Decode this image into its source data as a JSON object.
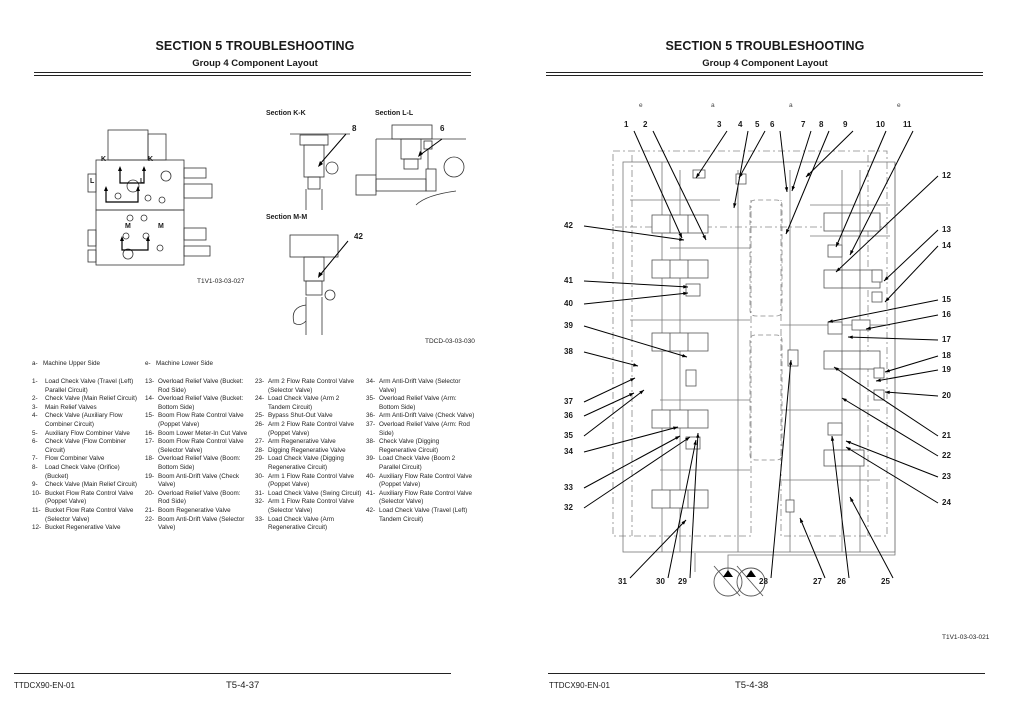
{
  "left_page": {
    "header": {
      "title": "SECTION 5 TROUBLESHOOTING",
      "subtitle": "Group 4 Component Layout"
    },
    "figure_top": {
      "code": "T1V1-03-03-027",
      "section_arrow_labels": [
        "K",
        "K",
        "L",
        "L",
        "M",
        "M"
      ]
    },
    "figure_sections": {
      "code": "TDCD-03-03-030",
      "sections": [
        {
          "title": "Section K-K",
          "callout": "8"
        },
        {
          "title": "Section L-L",
          "callout": "6"
        },
        {
          "title": "Section M-M",
          "callout": "42"
        }
      ]
    },
    "side_legend": [
      {
        "key": "a-",
        "label": "Machine Upper Side"
      },
      {
        "key": "e-",
        "label": "Machine Lower Side"
      }
    ],
    "legend_columns": [
      [
        {
          "num": "1-",
          "label": "Load Check Valve (Travel (Left) Parallel Circuit)"
        },
        {
          "num": "2-",
          "label": "Check Valve (Main Relief Circuit)"
        },
        {
          "num": "3-",
          "label": "Main Relief Valves"
        },
        {
          "num": "4-",
          "label": "Check Valve (Auxiliary Flow Combiner Circuit)"
        },
        {
          "num": "5-",
          "label": "Auxiliary Flow Combiner Valve"
        },
        {
          "num": "6-",
          "label": "Check Valve (Flow Combiner Circuit)"
        },
        {
          "num": "7-",
          "label": "Flow Combiner Valve"
        },
        {
          "num": "8-",
          "label": "Load Check Valve (Orifice) (Bucket)"
        },
        {
          "num": "9-",
          "label": "Check Valve (Main Relief Circuit)"
        },
        {
          "num": "10-",
          "label": "Bucket Flow Rate Control Valve (Poppet Valve)"
        },
        {
          "num": "11-",
          "label": "Bucket Flow Rate Control Valve (Selector Valve)"
        },
        {
          "num": "12-",
          "label": "Bucket Regenerative Valve"
        }
      ],
      [
        {
          "num": "13-",
          "label": "Overload Relief Valve (Bucket: Rod Side)"
        },
        {
          "num": "14-",
          "label": "Overload Relief Valve (Bucket: Bottom Side)"
        },
        {
          "num": "15-",
          "label": "Boom Flow Rate Control Valve (Poppet Valve)"
        },
        {
          "num": "16-",
          "label": "Boom Lower Meter-In Cut Valve"
        },
        {
          "num": "17-",
          "label": "Boom Flow Rate Control Valve (Selector Valve)"
        },
        {
          "num": "18-",
          "label": "Overload Relief Valve (Boom: Bottom Side)"
        },
        {
          "num": "19-",
          "label": "Boom Anti-Drift Valve (Check Valve)"
        },
        {
          "num": "20-",
          "label": "Overload Relief Valve (Boom: Rod Side)"
        },
        {
          "num": "21-",
          "label": "Boom Regenerative Valve"
        },
        {
          "num": "22-",
          "label": "Boom Anti-Drift Valve (Selector Valve)"
        }
      ],
      [
        {
          "num": "23-",
          "label": "Arm 2 Flow Rate Control Valve (Selector Valve)"
        },
        {
          "num": "24-",
          "label": "Load Check Valve (Arm 2 Tandem Circuit)"
        },
        {
          "num": "25-",
          "label": "Bypass Shut-Out Valve"
        },
        {
          "num": "26-",
          "label": "Arm 2 Flow Rate Control Valve (Poppet Valve)"
        },
        {
          "num": "27-",
          "label": "Arm Regenerative Valve"
        },
        {
          "num": "28-",
          "label": "Digging Regenerative Valve"
        },
        {
          "num": "29-",
          "label": "Load Check Valve (Digging Regenerative Circuit)"
        },
        {
          "num": "30-",
          "label": "Arm 1 Flow Rate Control Valve (Poppet Valve)"
        },
        {
          "num": "31-",
          "label": "Load Check Valve (Swing Circuit)"
        },
        {
          "num": "32-",
          "label": "Arm 1 Flow Rate Control Valve (Selector Valve)"
        },
        {
          "num": "33-",
          "label": "Load Check Valve (Arm Regenerative Circuit)"
        }
      ],
      [
        {
          "num": "34-",
          "label": "Arm Anti-Drift Valve (Selector Valve)"
        },
        {
          "num": "35-",
          "label": "Overload Relief Valve (Arm: Bottom Side)"
        },
        {
          "num": "36-",
          "label": "Arm Anti-Drift Valve (Check Valve)"
        },
        {
          "num": "37-",
          "label": "Overload Relief Valve (Arm: Rod Side)"
        },
        {
          "num": "38-",
          "label": "Check Valve (Digging Regenerative Circuit)"
        },
        {
          "num": "39-",
          "label": "Load Check Valve (Boom 2 Parallel Circuit)"
        },
        {
          "num": "40-",
          "label": "Auxiliary Flow Rate Control Valve (Poppet Valve)"
        },
        {
          "num": "41-",
          "label": "Auxiliary Flow Rate Control Valve (Selector Valve)"
        },
        {
          "num": "42-",
          "label": "Load Check Valve (Travel (Left) Tandem Circuit)"
        }
      ]
    ],
    "footer": {
      "doc_code": "TTDCX90-EN-01",
      "page_number": "T5-4-37"
    }
  },
  "right_page": {
    "header": {
      "title": "SECTION 5 TROUBLESHOOTING",
      "subtitle": "Group 4 Component Layout"
    },
    "side_markers": [
      "e",
      "a",
      "a",
      "e"
    ],
    "callouts_top": [
      "1",
      "2",
      "3",
      "4",
      "5",
      "6",
      "7",
      "8",
      "9",
      "10",
      "11"
    ],
    "callouts_right": [
      "12",
      "13",
      "14",
      "15",
      "16",
      "17",
      "18",
      "19",
      "20",
      "21",
      "22",
      "23",
      "24"
    ],
    "callouts_bottom": [
      "31",
      "30",
      "29",
      "28",
      "27",
      "26",
      "25"
    ],
    "callouts_left": [
      "42",
      "41",
      "40",
      "39",
      "38",
      "37",
      "36",
      "35",
      "34",
      "33",
      "32"
    ],
    "figure_code": "T1V1-03-03-021",
    "footer": {
      "doc_code": "TTDCX90-EN-01",
      "page_number": "T5-4-38"
    }
  }
}
